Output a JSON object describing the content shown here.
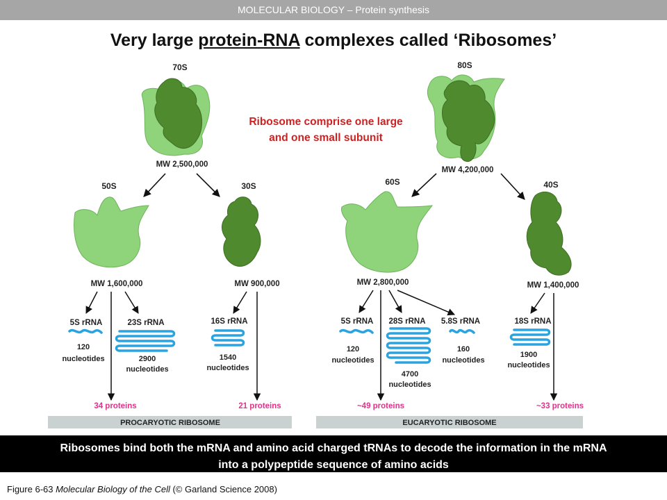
{
  "header": {
    "text": "MOLECULAR BIOLOGY  –  Protein synthesis"
  },
  "title": {
    "pre": "Very large ",
    "underlined": "protein-RNA",
    "post": " complexes called ‘Ribosomes’"
  },
  "note": {
    "line1": "Ribosome comprise one large",
    "line2": "and one small subunit"
  },
  "prokaryote": {
    "whole_label": "70S",
    "whole_mw": "MW 2,500,000",
    "large_label": "50S",
    "large_mw": "MW 1,600,000",
    "small_label": "30S",
    "small_mw": "MW 900,000",
    "rna": [
      {
        "name": "5S rRNA",
        "nt": "120",
        "unit": "nucleotides"
      },
      {
        "name": "23S rRNA",
        "nt": "2900",
        "unit": "nucleotides"
      },
      {
        "name": "16S rRNA",
        "nt": "1540",
        "unit": "nucleotides"
      }
    ],
    "large_proteins": "34 proteins",
    "small_proteins": "21 proteins",
    "bar_label": "PROCARYOTIC RIBOSOME"
  },
  "eukaryote": {
    "whole_label": "80S",
    "whole_mw": "MW 4,200,000",
    "large_label": "60S",
    "large_mw": "MW 2,800,000",
    "small_label": "40S",
    "small_mw": "MW 1,400,000",
    "rna": [
      {
        "name": "5S rRNA",
        "nt": "120",
        "unit": "nucleotides"
      },
      {
        "name": "28S rRNA",
        "nt": "4700",
        "unit": "nucleotides"
      },
      {
        "name": "5.8S rRNA",
        "nt": "160",
        "unit": "nucleotides"
      },
      {
        "name": "18S rRNA",
        "nt": "1900",
        "unit": "nucleotides"
      }
    ],
    "large_proteins": "~49 proteins",
    "small_proteins": "~33 proteins",
    "bar_label": "EUCARYOTIC RIBOSOME"
  },
  "bottom": {
    "line1": "Ribosomes bind both the mRNA and amino acid charged tRNAs to decode the information in the mRNA",
    "line2": "into a polypeptide sequence of amino acids"
  },
  "caption": {
    "fig": "Figure 6-63 ",
    "book": "Molecular Biology of the Cell",
    "rest": " (© Garland Science 2008)"
  },
  "colors": {
    "light_green": "#8fd47a",
    "dark_green": "#4f8a2f",
    "rna_blue": "#2aa4e0",
    "protein_pink": "#e0338a",
    "bar_gray": "#c9d1d1",
    "note_red": "#cc2222"
  }
}
